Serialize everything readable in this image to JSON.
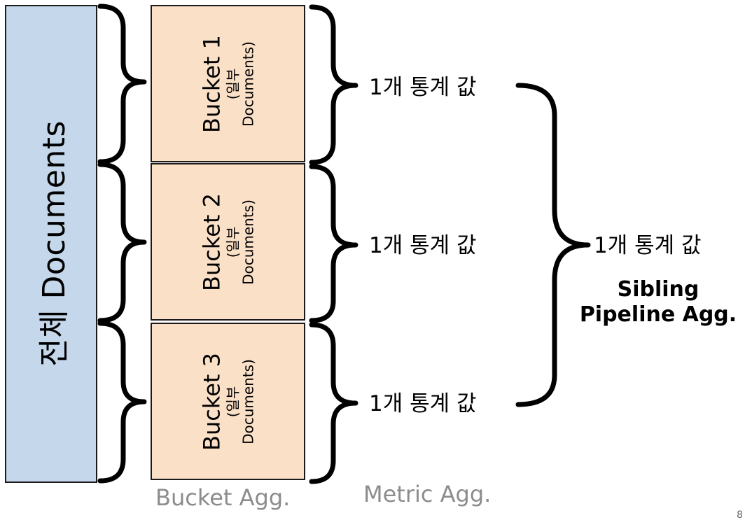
{
  "colors": {
    "all_documents_fill": "#c5d7ea",
    "bucket_fill": "#fbe0c8",
    "caption_gray": "#8c8c8c"
  },
  "all_documents": {
    "label": "전체 Documents"
  },
  "buckets": [
    {
      "title": "Bucket 1",
      "sub1": "(일부",
      "sub2": "Documents)"
    },
    {
      "title": "Bucket 2",
      "sub1": "(일부",
      "sub2": "Documents)"
    },
    {
      "title": "Bucket 3",
      "sub1": "(일부",
      "sub2": "Documents)"
    }
  ],
  "metric_results": [
    "1개 통계 값",
    "1개 통계 값",
    "1개 통계 값"
  ],
  "final_result": "1개 통계 값",
  "sibling": {
    "line1": "Sibling",
    "line2": "Pipeline Agg."
  },
  "captions": {
    "bucket_agg": "Bucket Agg.",
    "metric_agg": "Metric Agg."
  },
  "page_number": "8"
}
